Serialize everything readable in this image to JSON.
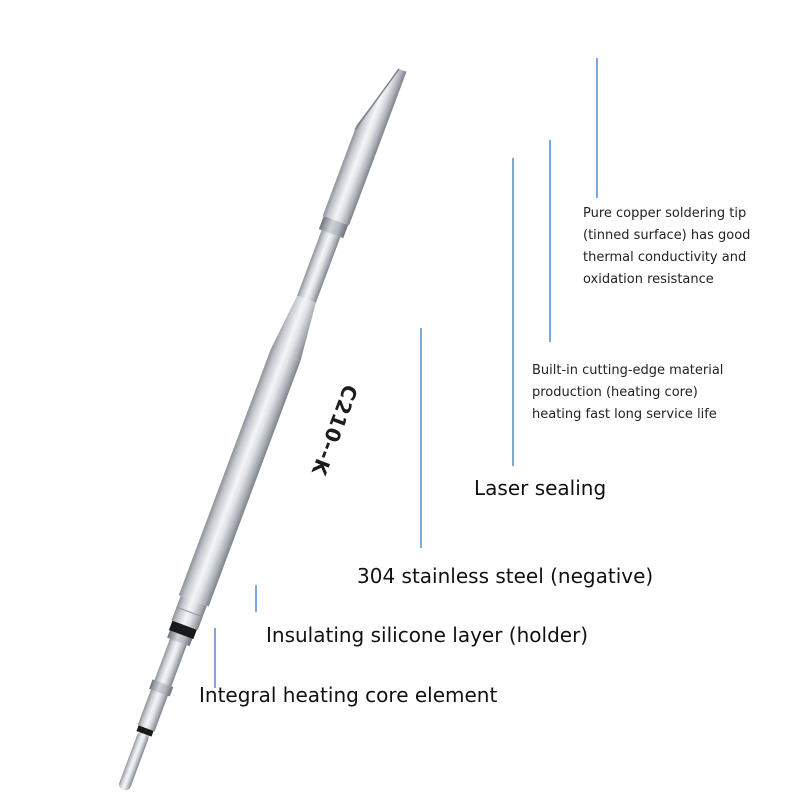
{
  "product": {
    "engraving": "C210--K"
  },
  "callouts": {
    "copper_tip": "Pure copper soldering tip\n(tinned surface) has good\nthermal conductivity and\noxidation resistance",
    "heating_core_material": "Built-in cutting-edge material\nproduction (heating core)\nheating fast long service life",
    "laser_sealing": "Laser sealing",
    "stainless_steel": "304 stainless steel (negative)",
    "silicone_layer": "Insulating silicone layer (holder)",
    "integral_core": "Integral heating core element"
  },
  "colors": {
    "leader_line": "#3a78c8",
    "steel_light": "#eef0f3",
    "steel_mid": "#c4c8ce",
    "steel_dark": "#8d939b",
    "ring_black": "#1a1a1a",
    "text": "#1a1a1a"
  }
}
